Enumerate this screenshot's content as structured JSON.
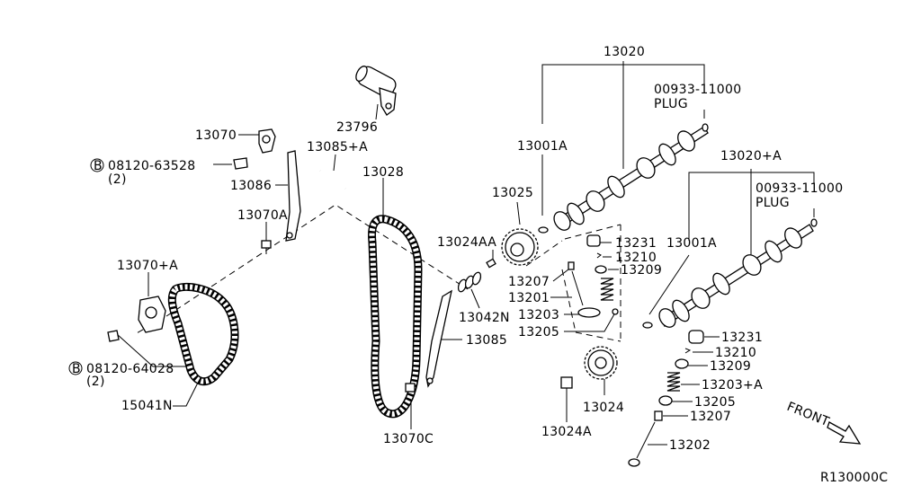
{
  "diagram": {
    "ref_code": "R130000C",
    "front_label": "FRONT",
    "labels": {
      "p13020": "13020",
      "p00933_a": "00933-11000",
      "plug_a": "PLUG",
      "p13001a_1": "13001A",
      "p13025": "13025",
      "p13024aa": "13024AA",
      "p23796": "23796",
      "p13070": "13070",
      "p08120_63528": "08120-63528",
      "qty_63528": "(2)",
      "p13085a": "13085+A",
      "p13086": "13086",
      "p13028": "13028",
      "p13070a": "13070A",
      "p13070plusa": "13070+A",
      "p08120_64028": "08120-64028",
      "qty_64028": "(2)",
      "p15041n": "15041N",
      "p13070c": "13070C",
      "p13085": "13085",
      "p13042n": "13042N",
      "p13231_1": "13231",
      "p13210_1": "13210",
      "p13209_1": "13209",
      "p13207_1": "13207",
      "p13201": "13201",
      "p13203": "13203",
      "p13205_1": "13205",
      "p13024": "13024",
      "p13024a": "13024A",
      "p13020plusa": "13020+A",
      "p00933_b": "00933-11000",
      "plug_b": "PLUG",
      "p13001a_2": "13001A",
      "p13231_2": "13231",
      "p13210_2": "13210",
      "p13209_2": "13209",
      "p13203plusa": "13203+A",
      "p13205_2": "13205",
      "p13207_2": "13207",
      "p13202": "13202",
      "bolt_symbol": "B"
    }
  }
}
